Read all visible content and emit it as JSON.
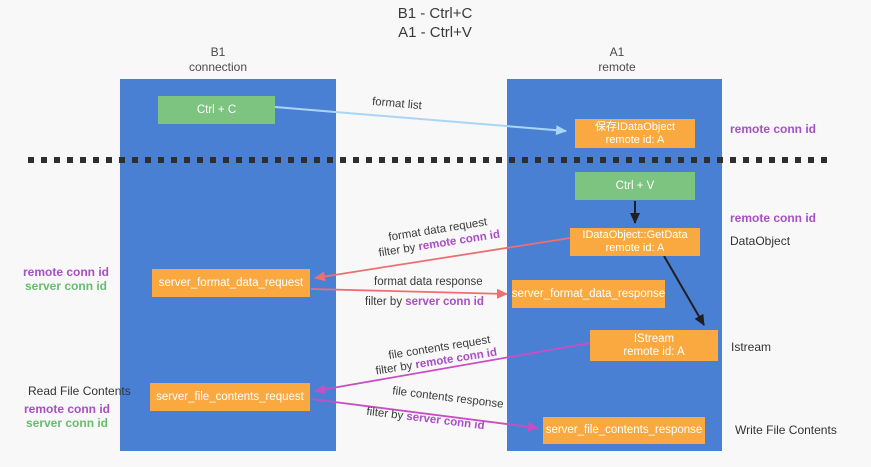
{
  "title": {
    "line1": "B1 - Ctrl+C",
    "line2": "A1 - Ctrl+V"
  },
  "lifelines": {
    "b1": {
      "name": "B1",
      "role": "connection"
    },
    "a1": {
      "name": "A1",
      "role": "remote"
    }
  },
  "boxes": {
    "ctrl_c": {
      "label": "Ctrl + C"
    },
    "ctrl_v": {
      "label": "Ctrl + V"
    },
    "save_dataobject": {
      "line1": "保存IDataObject",
      "line2": "remote id: A"
    },
    "getdata": {
      "line1": "IDataObject::GetData",
      "line2": "remote id: A"
    },
    "istream": {
      "line1": "IStream",
      "line2": "remote id: A"
    },
    "server_format_data_request": {
      "label": "server_format_data_request"
    },
    "server_format_data_response": {
      "label": "server_format_data_response"
    },
    "server_file_contents_request": {
      "label": "server_file_contents_request"
    },
    "server_file_contents_response": {
      "label": "server_file_contents_response"
    }
  },
  "edges": {
    "format_list": {
      "label": "format list"
    },
    "format_data_request": {
      "label": "format data request",
      "filter_prefix": "filter by ",
      "filter_key": "remote conn id"
    },
    "format_data_response": {
      "label": "format data response",
      "filter_prefix": "filter by ",
      "filter_key": "server conn id"
    },
    "file_contents_request": {
      "label": "file contents request",
      "filter_prefix": "filter by ",
      "filter_key": "remote conn id"
    },
    "file_contents_response": {
      "label": "file contents response",
      "filter_prefix": "filter by ",
      "filter_key": "server conn id"
    }
  },
  "annotations": {
    "remote_conn_id": "remote conn id",
    "server_conn_id": "server conn id",
    "dataobject": "DataObject",
    "istream": "Istream",
    "read_file_contents": "Read File Contents",
    "write_file_contents": "Write File Contents"
  },
  "colors": {
    "lifeline_column": "#4a80d4",
    "action_box_green": "#7cc47f",
    "message_box_orange": "#f9a93f",
    "format_arrows_red": "#ee6f71",
    "file_arrows_magenta": "#c94ec4",
    "format_list_arrow_blue": "#a9d6f5",
    "black_arrow": "#1f1f1f",
    "remote_conn_id_text": "#a94ec6",
    "server_conn_id_text": "#67bd6d"
  }
}
